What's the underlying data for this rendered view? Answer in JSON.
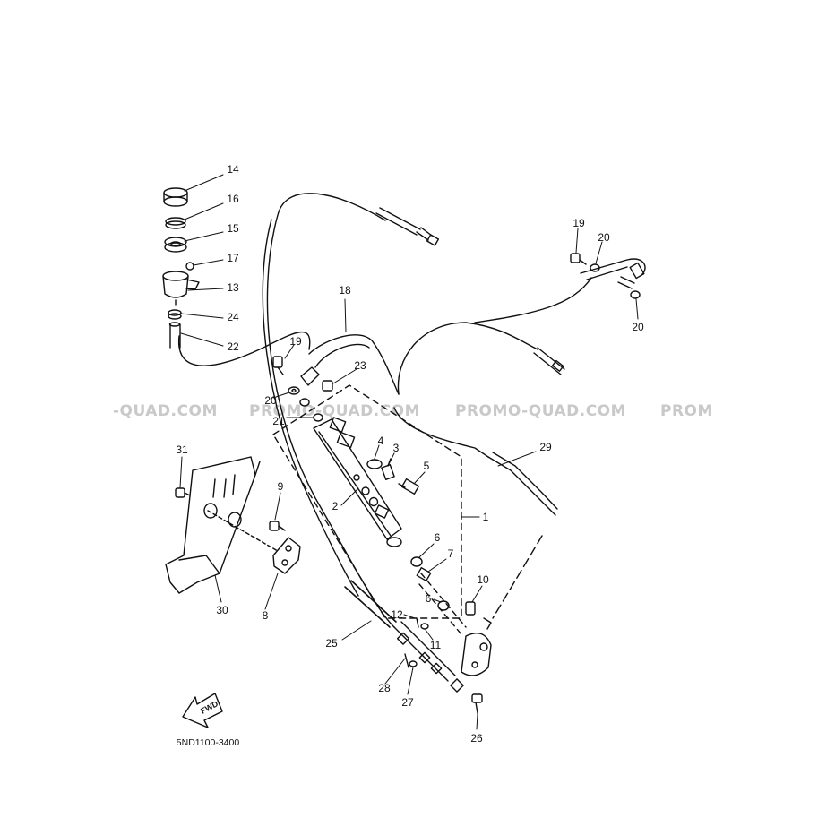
{
  "watermarks": [
    "-QUAD.COM",
    "PROMO-QUAD.COM",
    "PROMO-QUAD.COM",
    "PROM"
  ],
  "code": "5ND1100-3400",
  "fwd": "FWD",
  "labels": {
    "l14": "14",
    "l16": "16",
    "l15": "15",
    "l17": "17",
    "l13": "13",
    "l24": "24",
    "l22": "22",
    "l18": "18",
    "l19a": "19",
    "l20a": "20",
    "l21": "21",
    "l23": "23",
    "l19b": "19",
    "l20b": "20",
    "l20c": "20",
    "l4": "4",
    "l3": "3",
    "l5": "5",
    "l2": "2",
    "l1": "1",
    "l29": "29",
    "l31": "31",
    "l9": "9",
    "l30": "30",
    "l8": "8",
    "l6a": "6",
    "l7": "7",
    "l10": "10",
    "l6b": "6",
    "l12": "12",
    "l11": "11",
    "l25": "25",
    "l28": "28",
    "l27": "27",
    "l26": "26"
  }
}
